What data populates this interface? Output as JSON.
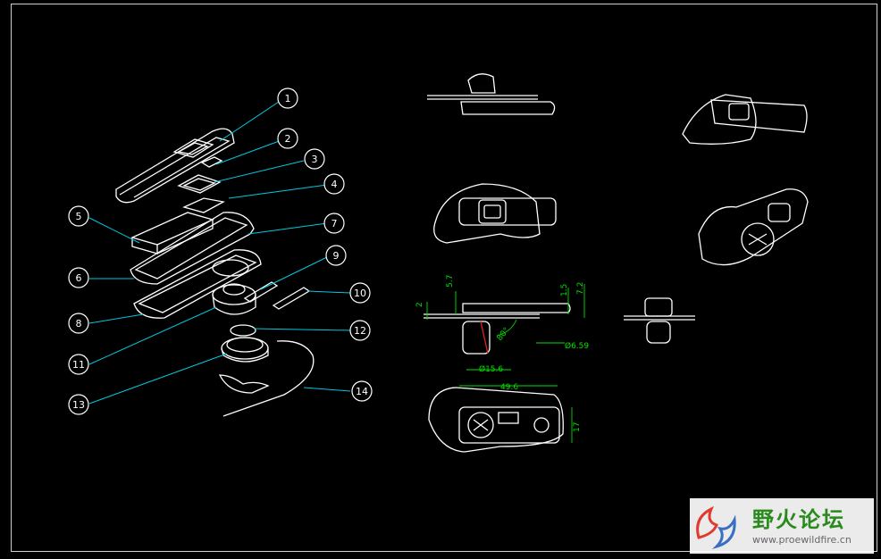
{
  "drawing": {
    "background": "#000000",
    "line_color": "#ffffff",
    "leader_color": "#00c8e0",
    "dimension_color": "#00e000",
    "balloons": [
      "1",
      "2",
      "3",
      "4",
      "5",
      "6",
      "7",
      "8",
      "9",
      "10",
      "11",
      "12",
      "13",
      "14"
    ],
    "dimensions": {
      "top_57": "5.7",
      "left_2": "2",
      "right_15": "1.5",
      "right_72": "7.2",
      "angle": "80°",
      "dia_156": "Ø15.6",
      "dia_659": "Ø6.59",
      "width_496": "49.6",
      "height_17": "17"
    }
  },
  "watermark": {
    "site_name": "野火论坛",
    "url": "www.proewildfire.cn",
    "logo_colors": [
      "#e23b2e",
      "#3a6fc4"
    ]
  }
}
